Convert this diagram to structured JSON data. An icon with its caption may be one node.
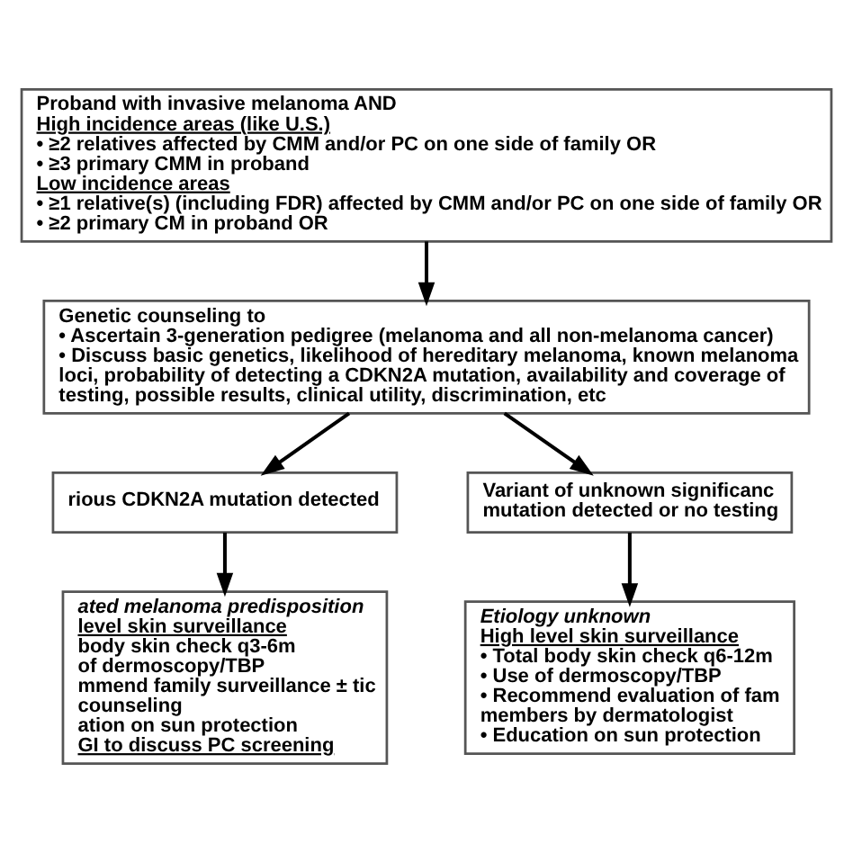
{
  "diagram": {
    "nodes": [
      {
        "text": [
          "Proband with invasive melanoma AND",
          "High incidence areas (like U.S.)",
          "• ≥2 relatives affected by CMM and/or PC on one side of family OR",
          "• ≥3 primary CMM in proband",
          "Low incidence areas",
          "• ≥1 relative(s) (including FDR) affected by CMM and/or PC on one side of family OR",
          "• ≥2 primary CM in proband OR"
        ]
      },
      {
        "text": [
          "Genetic counseling to",
          "• Ascertain 3-generation pedigree (melanoma and all non-melanoma cancer)",
          "• Discuss basic genetics, likelihood of hereditary melanoma, known melanoma loci, probability of detecting a CDKN2A mutation, availability and coverage of testing, possible results, clinical utility, discrimination, etc"
        ]
      },
      {
        "text": [
          "rious CDKN2A mutation detected"
        ]
      },
      {
        "text": [
          "Variant of unknown significanc mutation detected or no testing"
        ]
      },
      {
        "text": [
          "ated melanoma predisposition",
          "level skin surveillance",
          "body skin check q3-6m",
          "of dermoscopy/TBP",
          "mmend family surveillance ± tic counseling",
          "ation on sun protection",
          "GI to discuss PC screening"
        ]
      },
      {
        "text": [
          "Etiology unknown",
          "High level skin surveillance",
          "• Total body skin check q6-12m",
          "• Use of dermoscopy/TBP",
          "• Recommend evaluation of fam members by dermatologist",
          "• Education on sun protection"
        ]
      }
    ],
    "edges": [
      {
        "from": 0,
        "to": 1,
        "arrow": "to"
      },
      {
        "from": 1,
        "to": 2,
        "arrow": "to"
      },
      {
        "from": 1,
        "to": 3,
        "arrow": "to"
      },
      {
        "from": 2,
        "to": 4,
        "arrow": "to"
      },
      {
        "from": 3,
        "to": 5,
        "arrow": "to"
      }
    ]
  }
}
